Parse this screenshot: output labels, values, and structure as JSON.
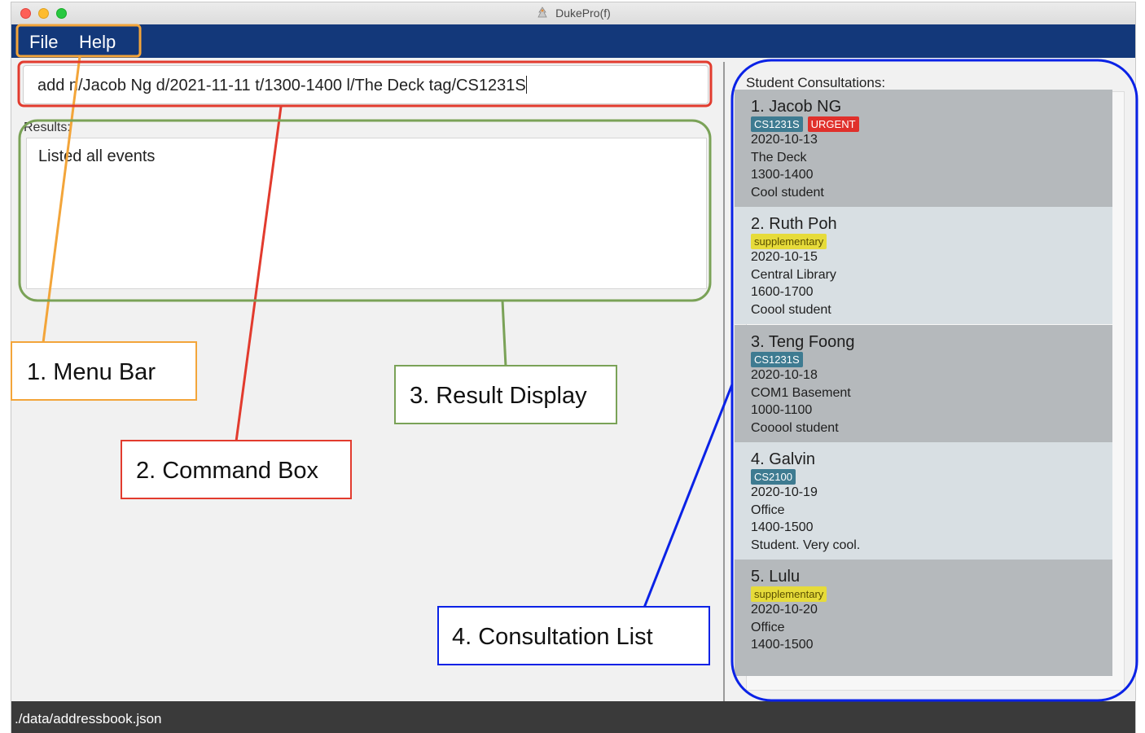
{
  "window": {
    "title": "DukePro(f)"
  },
  "menu": {
    "file": "File",
    "help": "Help"
  },
  "command_box": {
    "value": "add n/Jacob Ng d/2021-11-11 t/1300-1400 l/The Deck tag/CS1231S"
  },
  "results": {
    "label": "Results:",
    "text": "Listed all events"
  },
  "consultations": {
    "label": "Student Consultations:",
    "items": [
      {
        "index": "1.",
        "name": "Jacob NG",
        "tags": [
          "CS1231S",
          "URGENT"
        ],
        "date": "2020-10-13",
        "location": "The Deck",
        "time": "1300-1400",
        "note": "Cool student"
      },
      {
        "index": "2.",
        "name": "Ruth Poh",
        "tags": [
          "supplementary"
        ],
        "date": "2020-10-15",
        "location": "Central Library",
        "time": "1600-1700",
        "note": "Coool student"
      },
      {
        "index": "3.",
        "name": "Teng Foong",
        "tags": [
          "CS1231S"
        ],
        "date": "2020-10-18",
        "location": "COM1 Basement",
        "time": "1000-1100",
        "note": "Cooool student"
      },
      {
        "index": "4.",
        "name": "Galvin",
        "tags": [
          "CS2100"
        ],
        "date": "2020-10-19",
        "location": "Office",
        "time": "1400-1500",
        "note": "Student. Very cool."
      },
      {
        "index": "5.",
        "name": "Lulu",
        "tags": [
          "supplementary"
        ],
        "date": "2020-10-20",
        "location": "Office",
        "time": "1400-1500",
        "note": ""
      }
    ]
  },
  "status": {
    "path": "./data/addressbook.json"
  },
  "annotations": {
    "menu_bar": "1. Menu Bar",
    "command_box": "2. Command Box",
    "result_display": "3. Result Display",
    "consultation_list": "4. Consultation List"
  },
  "colors": {
    "menu_bar": "#13387a",
    "tag_module": "#3e7b91",
    "tag_urgent": "#e0302b",
    "tag_supplementary": "#e6db3a",
    "callout_menu": "#f3a53a",
    "callout_command": "#e23b2e",
    "callout_result": "#7aa257",
    "callout_list": "#0a22e6"
  }
}
